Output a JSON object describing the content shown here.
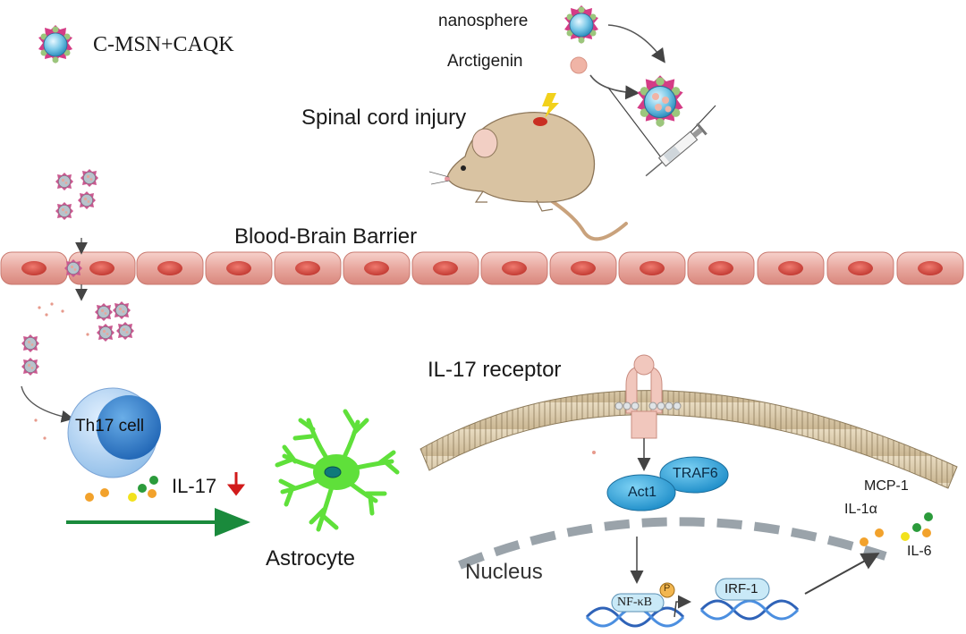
{
  "legend": {
    "label": "C-MSN+CAQK"
  },
  "top": {
    "nanosphere": "nanosphere",
    "arctigenin": "Arctigenin",
    "injury": "Spinal cord injury"
  },
  "barrier": {
    "label": "Blood-Brain Barrier"
  },
  "left": {
    "th17": "Th17 cell",
    "il17": "IL-17",
    "astrocyte": "Astrocyte"
  },
  "signaling": {
    "receptor": "IL-17 receptor",
    "act1": "Act1",
    "traf6": "TRAF6",
    "nucleus": "Nucleus",
    "nfkb": "NF-κB",
    "phospho": "P",
    "irf1": "IRF-1",
    "mcp1": "MCP-1",
    "il1a": "IL-1α",
    "il6": "IL-6"
  },
  "colors": {
    "arrow_green": "#1a8a3c",
    "down_arrow": "#d11a1a",
    "astrocyte": "#5fe03a",
    "cell_fill": "#e9a9a0",
    "act1": "#2e9fd6"
  }
}
